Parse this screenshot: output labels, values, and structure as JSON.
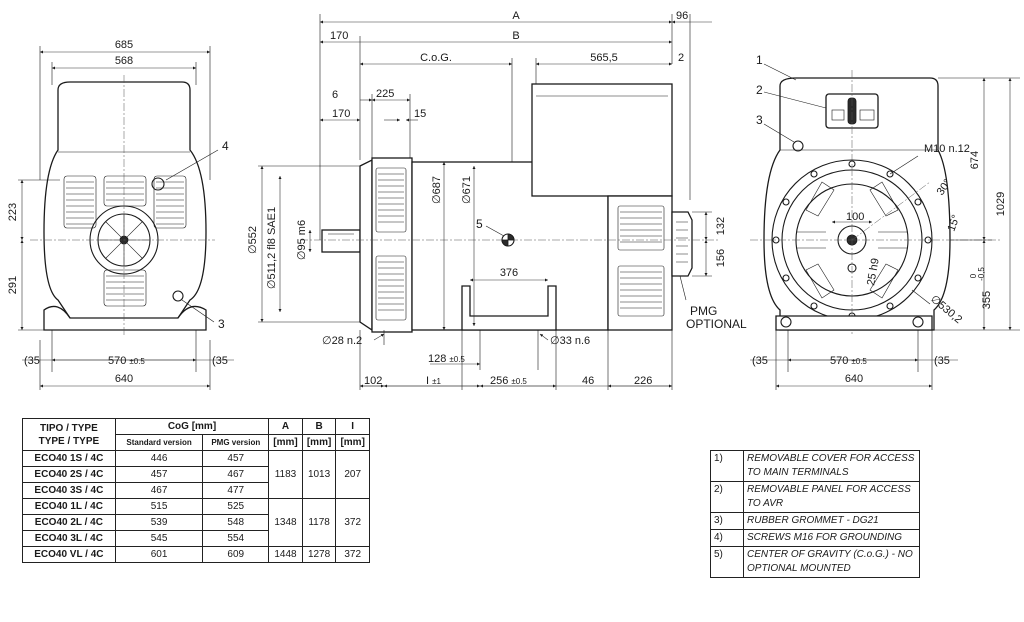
{
  "front_view": {
    "dims": {
      "overall_width": "685",
      "width": "568",
      "left_upper": "223",
      "left_lower": "291",
      "foot_left": "35",
      "foot_span": "570",
      "foot_span_tol": "±0.5",
      "foot_right": "35",
      "base_width": "640"
    },
    "callouts": [
      "4",
      "3"
    ]
  },
  "side_view": {
    "dims": {
      "A": "A",
      "A_extra": "96",
      "shaft_ext": "170",
      "B": "B",
      "cog": "C.o.G.",
      "rear_len": "565,5",
      "gap": "2",
      "d6": "6",
      "d225": "225",
      "d170": "170",
      "d15": "15",
      "dia552": "∅552",
      "dia511": "∅511,2 fl8 SAE1",
      "dia95": "∅95 m6",
      "dia687": "∅687",
      "dia671": "∅671",
      "d376": "376",
      "d132": "132",
      "d156": "156",
      "pmg_line1": "PMG",
      "pmg_line2": "OPTIONAL",
      "dia28": "∅28 n.2",
      "d128": "128",
      "d128_tol": "±0.5",
      "dia33": "∅33 n.6",
      "d102": "102",
      "dI": "I",
      "dI_tol": "±1",
      "d256": "256",
      "d256_tol": "±0.5",
      "d46": "46",
      "d226": "226"
    },
    "callouts": [
      "5"
    ]
  },
  "rear_view": {
    "dims": {
      "m10": "M10 n.12",
      "a30": "30°",
      "a15": "15°",
      "d100": "100",
      "d25": "25 h9",
      "dia530": "∅530,2",
      "h674": "674",
      "h1029": "1029",
      "h355": "355",
      "h355_tol_upper": "0",
      "h355_tol_lower": "-0,5",
      "foot_left": "35",
      "foot_span": "570",
      "foot_span_tol": "±0.5",
      "foot_right": "35",
      "base_width": "640"
    },
    "callouts": [
      "1",
      "2",
      "3"
    ]
  },
  "spec_table": {
    "h_type1": "TIPO / TYPE",
    "h_type2": "TYPE / TYPE",
    "h_cog": "CoG [mm]",
    "h_standard": "Standard version",
    "h_pmg": "PMG version",
    "h_A": "A",
    "h_B": "B",
    "h_I": "I",
    "h_unit": "[mm]",
    "rows": [
      {
        "model": "ECO40 1S / 4C",
        "std": "446",
        "pmg": "457"
      },
      {
        "model": "ECO40 2S / 4C",
        "std": "457",
        "pmg": "467"
      },
      {
        "model": "ECO40 3S / 4C",
        "std": "467",
        "pmg": "477"
      },
      {
        "model": "ECO40 1L / 4C",
        "std": "515",
        "pmg": "525"
      },
      {
        "model": "ECO40 2L / 4C",
        "std": "539",
        "pmg": "548"
      },
      {
        "model": "ECO40 3L / 4C",
        "std": "545",
        "pmg": "554"
      },
      {
        "model": "ECO40 VL / 4C",
        "std": "601",
        "pmg": "609"
      }
    ],
    "groups": [
      {
        "A": "1183",
        "B": "1013",
        "I": "207"
      },
      {
        "A": "1348",
        "B": "1178",
        "I": "372"
      },
      {
        "A": "1448",
        "B": "1278",
        "I": "372"
      }
    ]
  },
  "legend": [
    {
      "num": "1)",
      "text": "REMOVABLE COVER FOR ACCESS TO MAIN TERMINALS"
    },
    {
      "num": "2)",
      "text": "REMOVABLE PANEL FOR ACCESS TO AVR"
    },
    {
      "num": "3)",
      "text": "RUBBER GROMMET - DG21"
    },
    {
      "num": "4)",
      "text": "SCREWS M16 FOR GROUNDING"
    },
    {
      "num": "5)",
      "text": "CENTER OF GRAVITY (C.o.G.) - NO OPTIONAL MOUNTED"
    }
  ]
}
